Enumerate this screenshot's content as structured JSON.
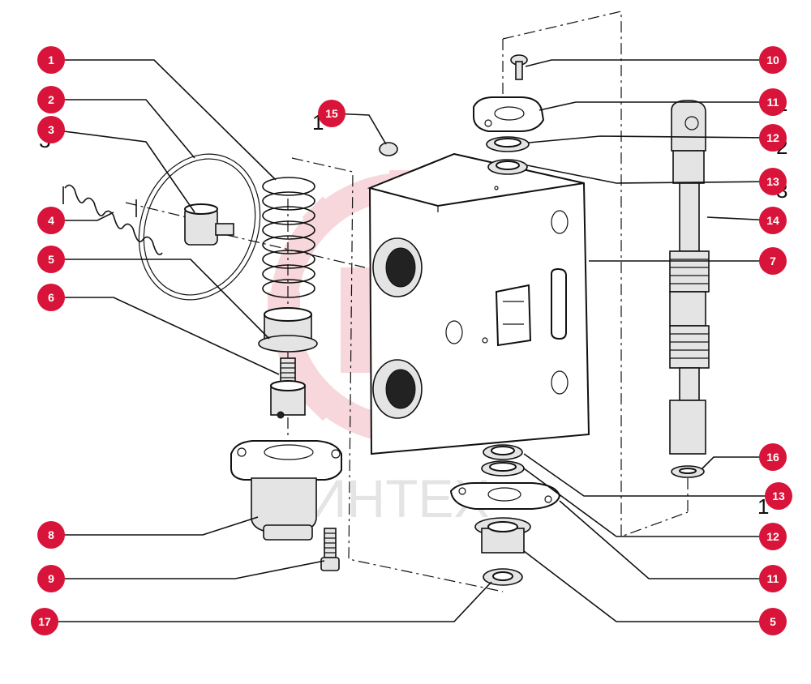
{
  "callouts": [
    {
      "id": "c1",
      "label": "1"
    },
    {
      "id": "c2",
      "label": "2"
    },
    {
      "id": "c3",
      "label": "3"
    },
    {
      "id": "c4",
      "label": "4"
    },
    {
      "id": "c5",
      "label": "5"
    },
    {
      "id": "c6",
      "label": "6"
    },
    {
      "id": "c8",
      "label": "8"
    },
    {
      "id": "c9",
      "label": "9"
    },
    {
      "id": "c17",
      "label": "17"
    },
    {
      "id": "c15",
      "label": "15"
    },
    {
      "id": "c10",
      "label": "10"
    },
    {
      "id": "c11a",
      "label": "11"
    },
    {
      "id": "c12a",
      "label": "12"
    },
    {
      "id": "c13a",
      "label": "13"
    },
    {
      "id": "c14",
      "label": "14"
    },
    {
      "id": "c7",
      "label": "7"
    },
    {
      "id": "c16",
      "label": "16"
    },
    {
      "id": "c13b",
      "label": "13"
    },
    {
      "id": "c12b",
      "label": "12"
    },
    {
      "id": "c11b",
      "label": "11"
    },
    {
      "id": "c5b",
      "label": "5"
    }
  ],
  "watermark": {
    "text": "ИНТЕХ",
    "color": "#f2b8bf"
  },
  "accent_color": "#d9143a",
  "stray_marks": {
    "left3": "3",
    "left15": "1",
    "right11": "1",
    "right12": "2",
    "right13": "3",
    "right13b": "1"
  }
}
